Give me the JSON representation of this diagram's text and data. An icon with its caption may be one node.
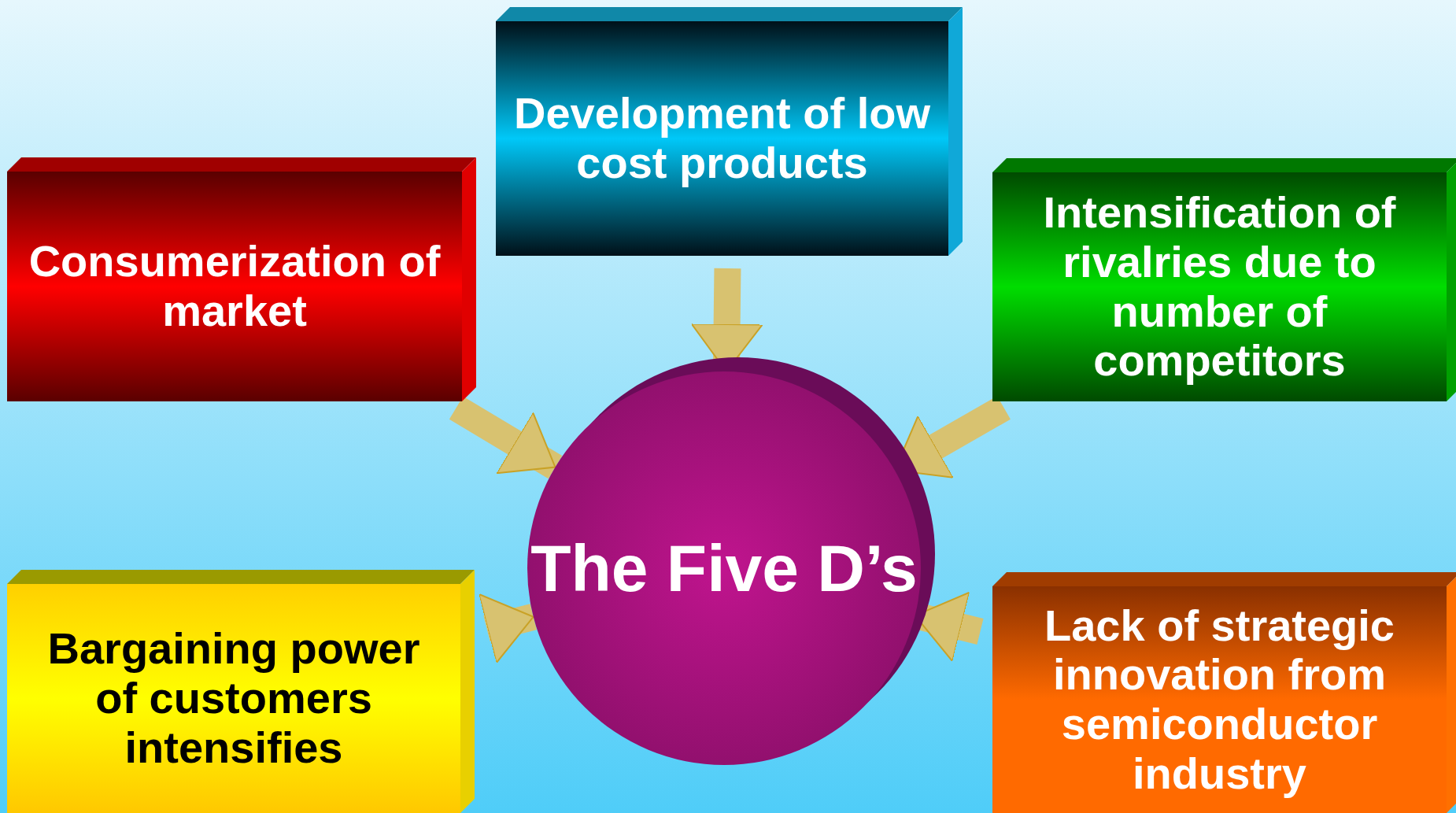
{
  "diagram": {
    "nodes": [
      {
        "text": [
          "Consumerization of market"
        ]
      },
      {
        "text": [
          "Development of low cost products"
        ]
      },
      {
        "text": [
          "Intensification of rivalries due to number of competitors"
        ]
      },
      {
        "text": [
          "The Five D’s"
        ]
      },
      {
        "text": [
          "Bargaining power of customers intensifies"
        ]
      },
      {
        "text": [
          "Lack of strategic innovation from semiconductor industry"
        ]
      }
    ],
    "edges": [
      {
        "from": 0,
        "to": 3,
        "arrow": "to"
      },
      {
        "from": 1,
        "to": 3,
        "arrow": "to"
      },
      {
        "from": 2,
        "to": 3,
        "arrow": "to"
      },
      {
        "from": 4,
        "to": 3,
        "arrow": "to"
      },
      {
        "from": 5,
        "to": 3,
        "arrow": "to"
      }
    ]
  }
}
